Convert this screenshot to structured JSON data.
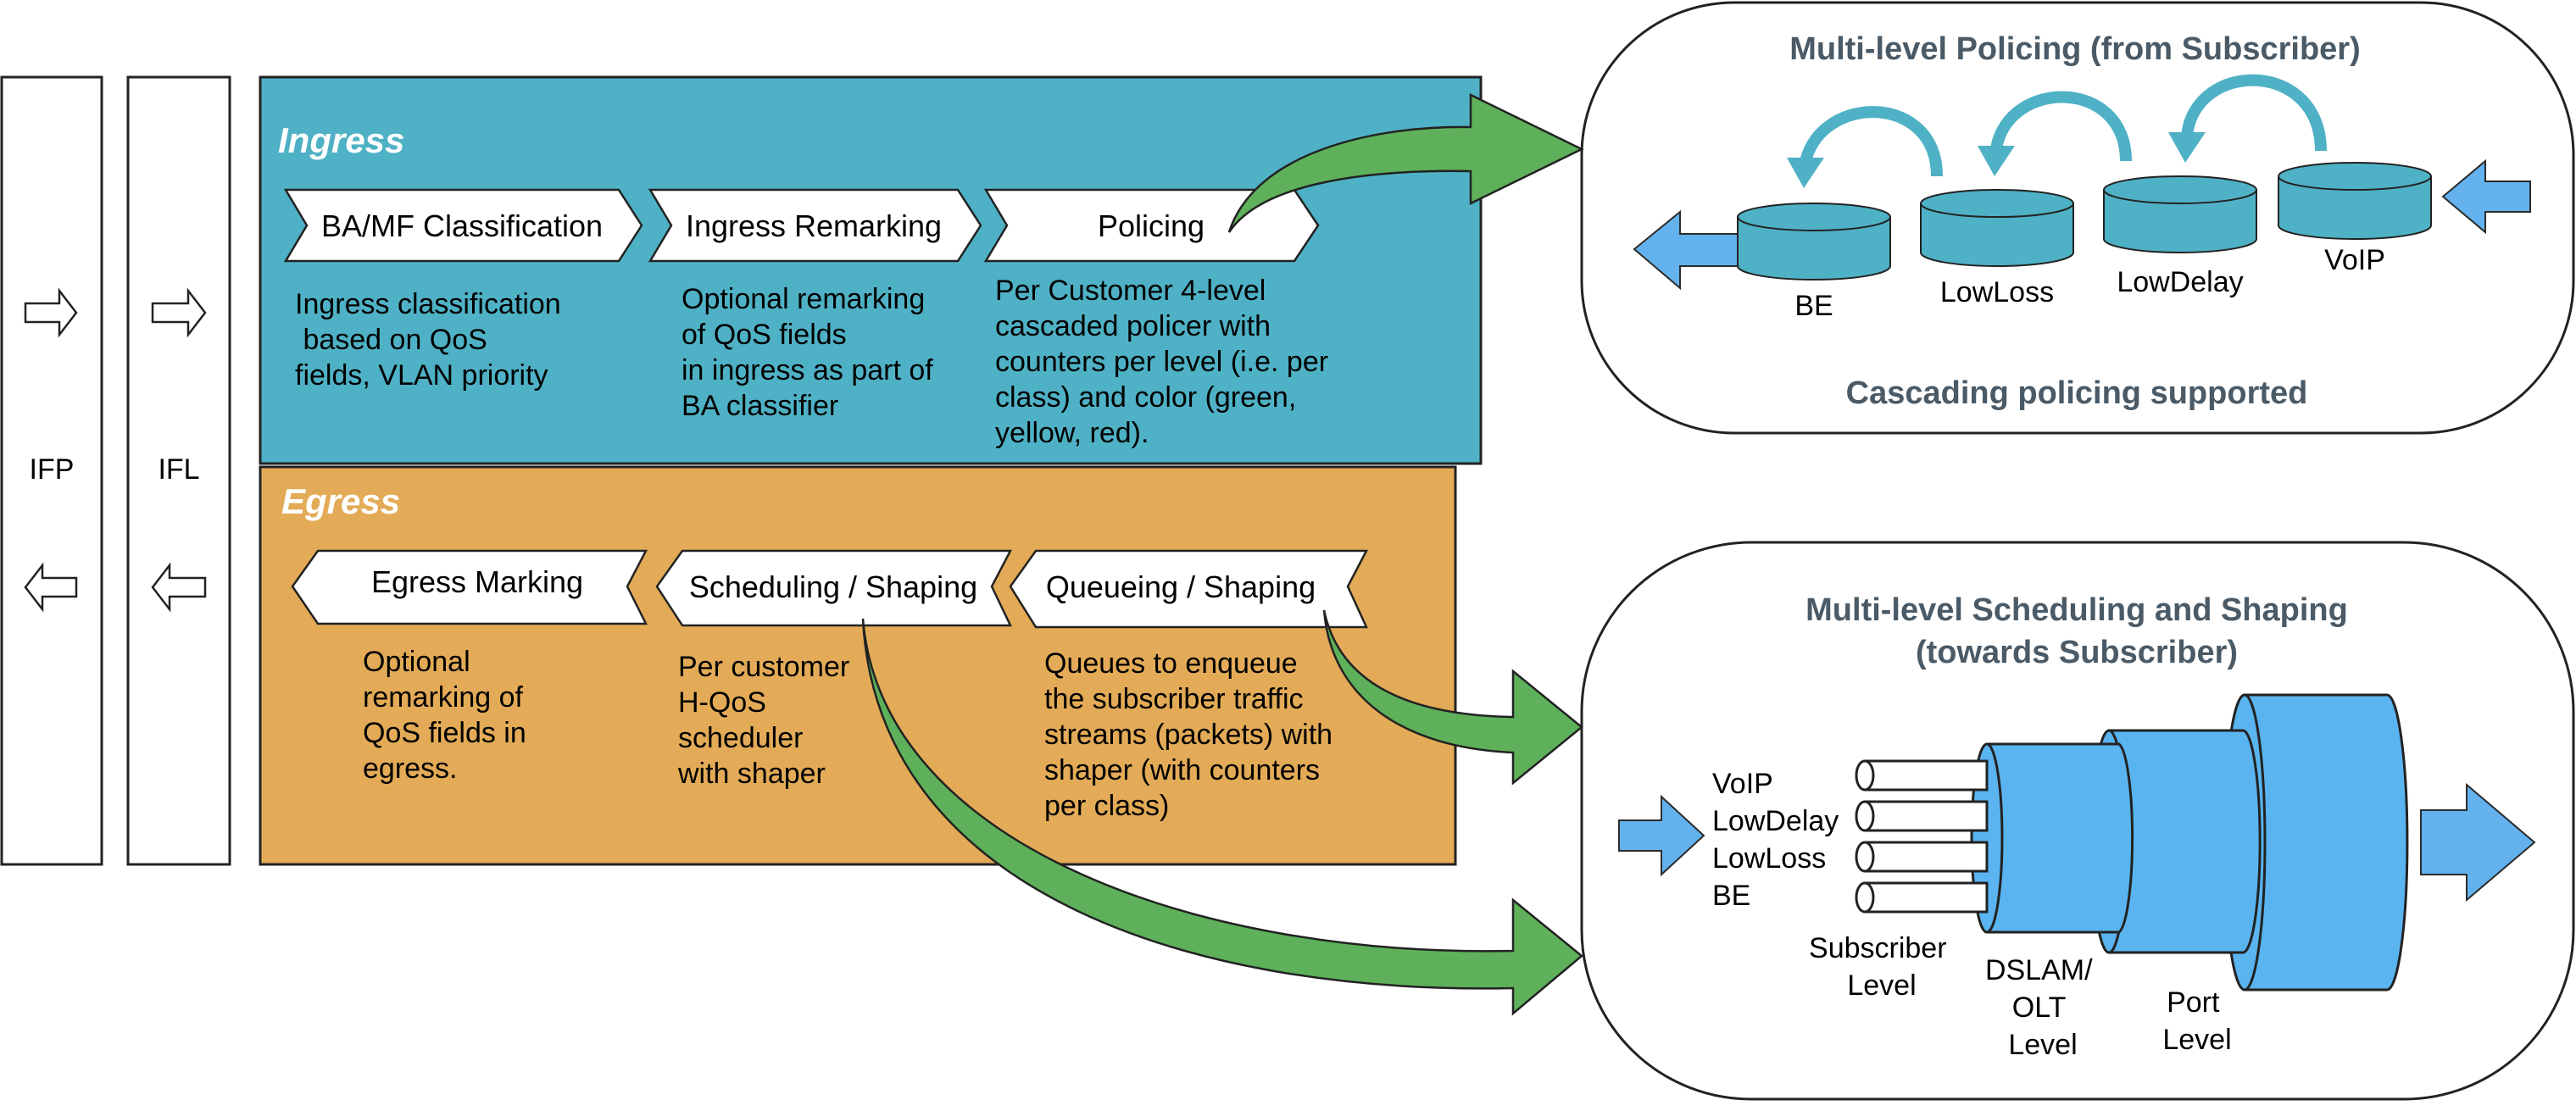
{
  "colors": {
    "ingress_bg": "#4fb1c5",
    "egress_bg": "#e3ab57",
    "green_arrow": "#5eb15a",
    "blue_arrow": "#63b2ee",
    "cylinder": "#4fb1c5",
    "cable_blue": "#5ab4f0",
    "title_grey": "#4a5a66"
  },
  "side_columns": [
    {
      "label": "IFP"
    },
    {
      "label": "IFL"
    }
  ],
  "ingress": {
    "title": "Ingress",
    "steps": [
      {
        "label": "BA/MF Classification",
        "desc": [
          "Ingress classification",
          " based on QoS",
          "fields, VLAN priority"
        ]
      },
      {
        "label": "Ingress Remarking",
        "desc": [
          "Optional remarking",
          "of QoS fields",
          "in ingress as part of",
          "BA classifier"
        ]
      },
      {
        "label": "Policing",
        "desc": [
          "Per Customer 4-level",
          "cascaded policer with",
          "counters per level (i.e. per",
          "class) and color (green,",
          "yellow, red)."
        ]
      }
    ]
  },
  "egress": {
    "title": "Egress",
    "steps": [
      {
        "label": "Egress Marking",
        "desc": [
          "Optional",
          "remarking of",
          "QoS fields in",
          "egress."
        ]
      },
      {
        "label": "Scheduling / Shaping",
        "desc": [
          "Per customer",
          "H-QoS",
          "scheduler",
          "with shaper"
        ]
      },
      {
        "label": "Queueing / Shaping",
        "desc": [
          "Queues to enqueue",
          "the subscriber traffic",
          "streams (packets) with",
          "shaper (with counters",
          "per class)"
        ]
      }
    ]
  },
  "policing_panel": {
    "title": "Multi-level Policing (from Subscriber)",
    "levels": [
      "BE",
      "LowLoss",
      "LowDelay",
      "VoIP"
    ],
    "footer": "Cascading policing supported"
  },
  "scheduling_panel": {
    "title_line1": "Multi-level Scheduling and Shaping",
    "title_line2": "(towards Subscriber)",
    "classes": [
      "VoIP",
      "LowDelay",
      "LowLoss",
      "BE"
    ],
    "subscriber_level": [
      "Subscriber",
      "Level"
    ],
    "dslam_level": [
      "DSLAM/",
      "OLT",
      "Level"
    ],
    "port_level": [
      "Port",
      "Level"
    ]
  }
}
